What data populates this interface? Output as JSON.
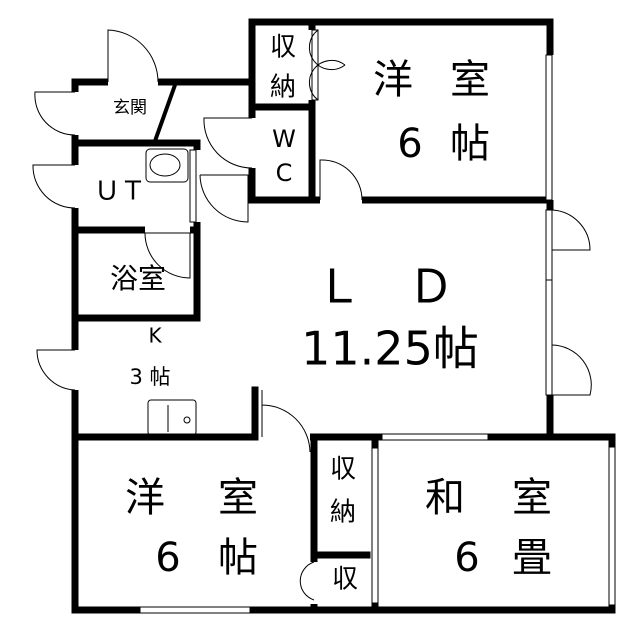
{
  "rooms": {
    "storage_top": {
      "line1": "収",
      "line2": "納"
    },
    "western_top": {
      "type1": "洋",
      "type2": "室",
      "size_num": "6",
      "size_unit": "帖"
    },
    "entrance": {
      "label": "玄関"
    },
    "wc": {
      "line1": "W",
      "line2": "C"
    },
    "utility": {
      "label": "ＵＴ"
    },
    "bath": {
      "label": "浴室"
    },
    "ld": {
      "label": "Ｌ　Ｄ",
      "size": "11.25帖"
    },
    "kitchen": {
      "label": "K",
      "size": "3 帖"
    },
    "western_bottom": {
      "type1": "洋",
      "type2": "室",
      "size_num": "6",
      "size_unit": "帖"
    },
    "storage_bottom": {
      "line1": "収",
      "line2": "納"
    },
    "storage_small": {
      "label": "収"
    },
    "japanese": {
      "type1": "和",
      "type2": "室",
      "size_num": "6",
      "size_unit": "畳"
    }
  }
}
